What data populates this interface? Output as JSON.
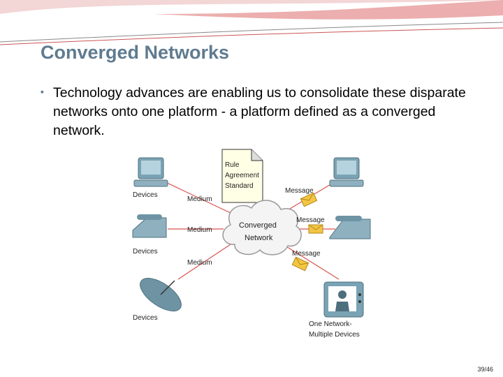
{
  "slide": {
    "title": "Converged Networks",
    "bullet": "Technology advances are enabling us to consolidate these disparate networks onto one platform - a platform defined as a converged network.",
    "page_number": "39/46"
  },
  "diagram": {
    "doc_lines": [
      "Rule",
      "Agreement",
      "Standard"
    ],
    "cloud_lines": [
      "Converged",
      "Network"
    ],
    "devices_labels": [
      "Devices",
      "Devices",
      "Devices"
    ],
    "medium_labels": [
      "Medium",
      "Medium",
      "Medium"
    ],
    "message_labels": [
      "Message",
      "Message",
      "Message"
    ],
    "one_network_lines": [
      "One Network-",
      "Multiple Devices"
    ]
  },
  "colors": {
    "title": "#5f7b90",
    "link": "#d9534f",
    "accent": "#c0392b"
  }
}
